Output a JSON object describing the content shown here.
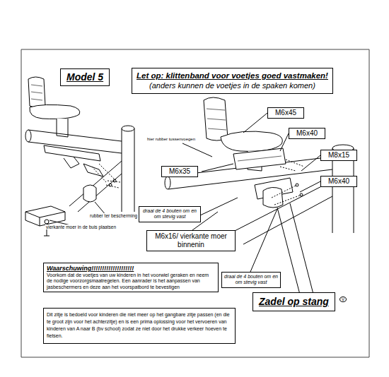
{
  "diagram": {
    "nodes": [
      {
        "text": [
          "Model 5"
        ]
      },
      {
        "text": [
          "Let op: klittenband voor voetjes goed vastmaken!",
          "(anders kunnen de voetjes in de spaken komen)"
        ]
      },
      {
        "text": [
          "M6x45"
        ]
      },
      {
        "text": [
          "M6x40"
        ]
      },
      {
        "text": [
          "M8x15"
        ]
      },
      {
        "text": [
          "M6x35"
        ]
      },
      {
        "text": [
          "M6x40"
        ]
      },
      {
        "text": [
          "draai de 4 bouten om en om stevig vast"
        ]
      },
      {
        "text": [
          "M6x16/ vierkante moer binnenin"
        ]
      },
      {
        "text": [
          "draai de 4 bouten om en om stevig vast"
        ]
      },
      {
        "text": [
          "Waarschuwing!!!!!!!!!!!!!!!!!!!!",
          "Voorkom dat de voetjes van uw kinderen in het voorwiel geraken en neem de nodige voorzorgsmaatregelen. Een aanrader is het aanpassen van jasbeschermers en deze aan het voorspatbord te bevestigen"
        ]
      },
      {
        "text": [
          "Zadel op stang"
        ]
      },
      {
        "text": [
          "Dit zitje is bedoeld voor kinderen die niet meer op het gangbare zitje passen (en die te groot zijn voor het achterzitje) en is een prima oplossing voor het vervoeren van kinderen van A naar B (bv school) zodat ze niet door het drukke verkeer hoeven te fietsen."
        ]
      }
    ],
    "labels": [
      "hier rubber tussenvoegen",
      "rubber ter bescherming",
      "vierkante moer in de buis plaatsen",
      "V"
    ]
  }
}
